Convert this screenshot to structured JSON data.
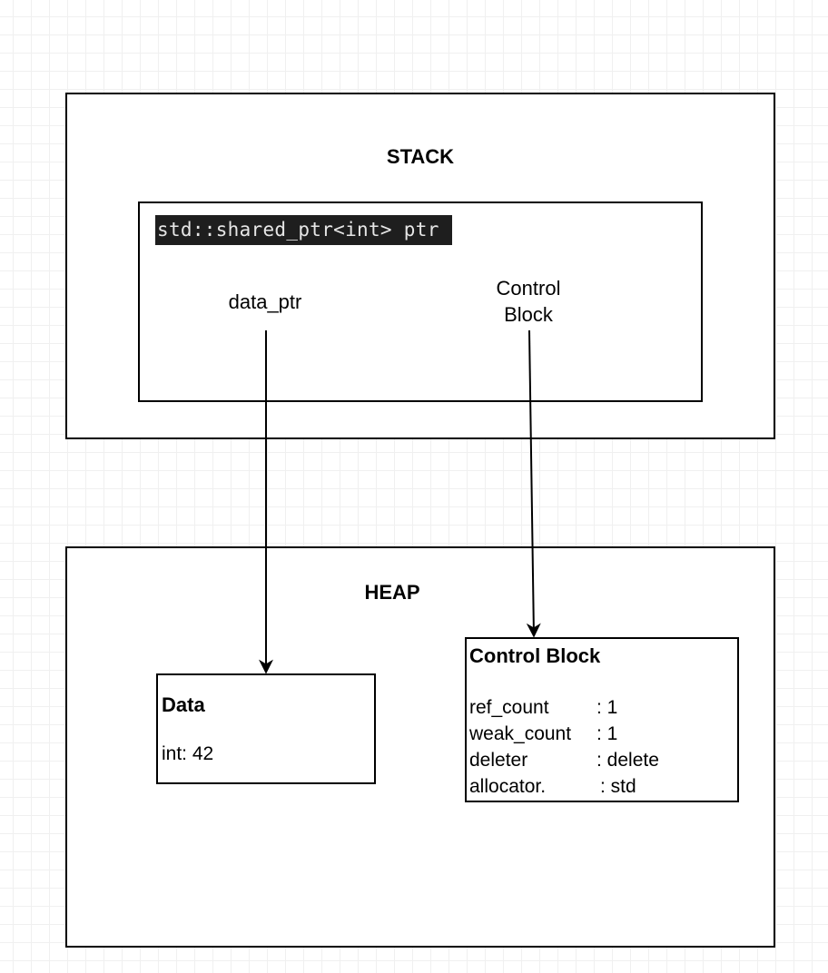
{
  "stack": {
    "title": "STACK",
    "code_label": "std::shared_ptr<int> ptr",
    "data_ptr_label": "data_ptr",
    "control_block_label_line1": "Control",
    "control_block_label_line2": "Block"
  },
  "heap": {
    "title": "HEAP",
    "data_box": {
      "title": "Data",
      "value": "int: 42"
    },
    "control_block_box": {
      "title": "Control Block",
      "rows": [
        {
          "key": "ref_count",
          "value": ": 1"
        },
        {
          "key": "weak_count",
          "value": ": 1"
        },
        {
          "key": "deleter",
          "value": ": delete"
        },
        {
          "key": "allocator.",
          "value": ": std"
        }
      ]
    }
  }
}
